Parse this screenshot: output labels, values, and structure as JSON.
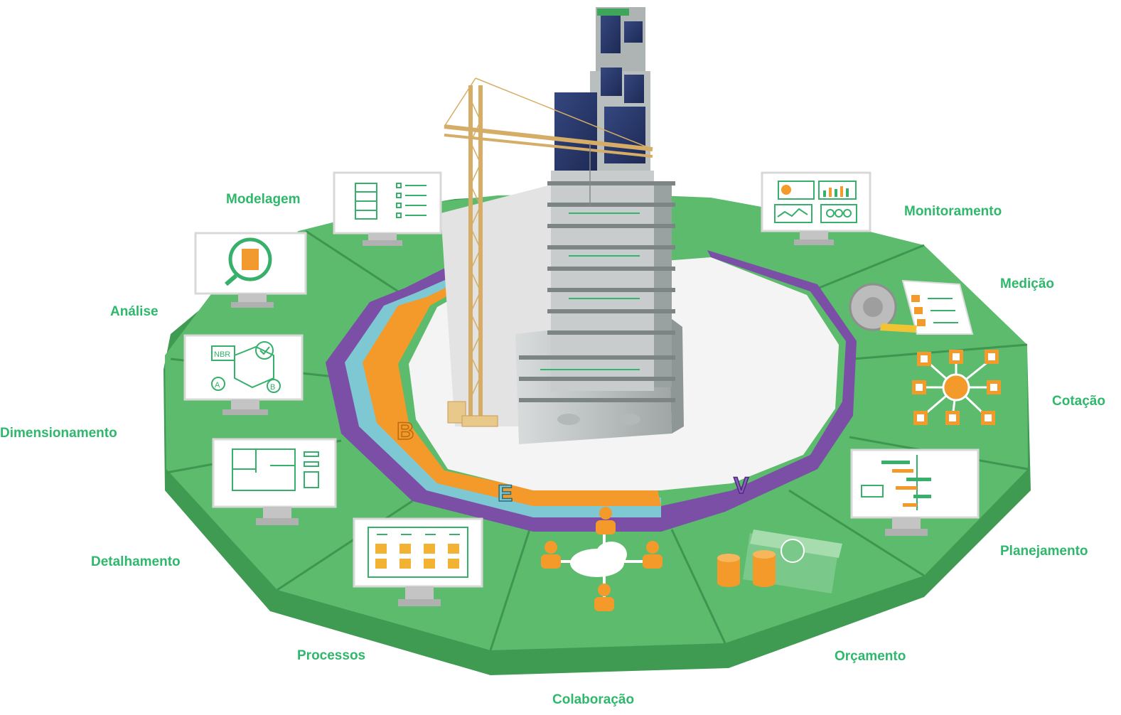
{
  "stages": [
    {
      "id": "modelagem",
      "label": "Modelagem"
    },
    {
      "id": "analise",
      "label": "Análise"
    },
    {
      "id": "dimensionamento",
      "label": "Dimensionamento"
    },
    {
      "id": "detalhamento",
      "label": "Detalhamento"
    },
    {
      "id": "processos",
      "label": "Processos"
    },
    {
      "id": "colaboracao",
      "label": "Colaboração"
    },
    {
      "id": "orcamento",
      "label": "Orçamento"
    },
    {
      "id": "planejamento",
      "label": "Planejamento"
    },
    {
      "id": "cotacao",
      "label": "Cotação"
    },
    {
      "id": "medicao",
      "label": "Medição"
    },
    {
      "id": "monitoramento",
      "label": "Monitoramento"
    }
  ],
  "track_letters": {
    "first": "B",
    "second": "E",
    "third": "V"
  },
  "screen_text": {
    "standard": "NBR",
    "point_a": "A",
    "point_b": "B"
  },
  "icons": [
    "building-model-icon",
    "magnifier-building-icon",
    "structure-check-icon",
    "floor-plan-icon",
    "kanban-board-icon",
    "cloud-collaboration-icon",
    "money-coins-icon",
    "gantt-chart-icon",
    "supplier-network-icon",
    "tape-measure-checklist-icon",
    "dashboard-icon"
  ],
  "colors": {
    "label": "#2fb86b",
    "platform_top": "#5cbb6d",
    "platform_side": "#3f9a52",
    "track_purple": "#7b4fa6",
    "track_teal": "#7ec8d3",
    "track_orange": "#f39a2a",
    "accent_orange": "#f29a2e",
    "building_glass": "#2a3a6e",
    "crane": "#e8c98a"
  }
}
